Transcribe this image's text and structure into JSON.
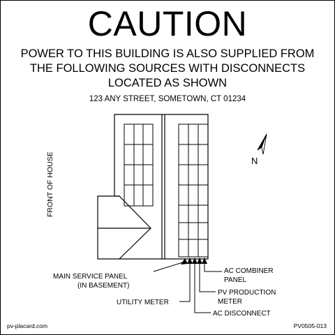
{
  "sign": {
    "title": "CAUTION",
    "subtitle_lines": [
      "POWER TO THIS BUILDING IS ALSO SUPPLIED FROM",
      "THE FOLLOWING SOURCES WITH DISCONNECTS",
      "LOCATED AS SHOWN"
    ],
    "address": "123 ANY STREET, SOMETOWN, CT 01234"
  },
  "diagram": {
    "front_label": "FRONT OF HOUSE",
    "compass_label": "N",
    "labels": {
      "main_service_panel": [
        "MAIN SERVICE PANEL",
        "(IN BASEMENT)"
      ],
      "utility_meter": "UTILITY METER",
      "ac_disconnect": "AC DISCONNECT",
      "pv_production_meter": [
        "PV PRODUCTION",
        "METER"
      ],
      "ac_combiner_panel": [
        "AC COMBINER",
        "PANEL"
      ]
    },
    "icons": [
      "north-arrow-icon",
      "arrow-up-icon"
    ]
  },
  "footer": {
    "website": "pv-placard.com",
    "code": "PV0505-013"
  },
  "colors": {
    "foreground": "#000000",
    "background": "#ffffff"
  }
}
